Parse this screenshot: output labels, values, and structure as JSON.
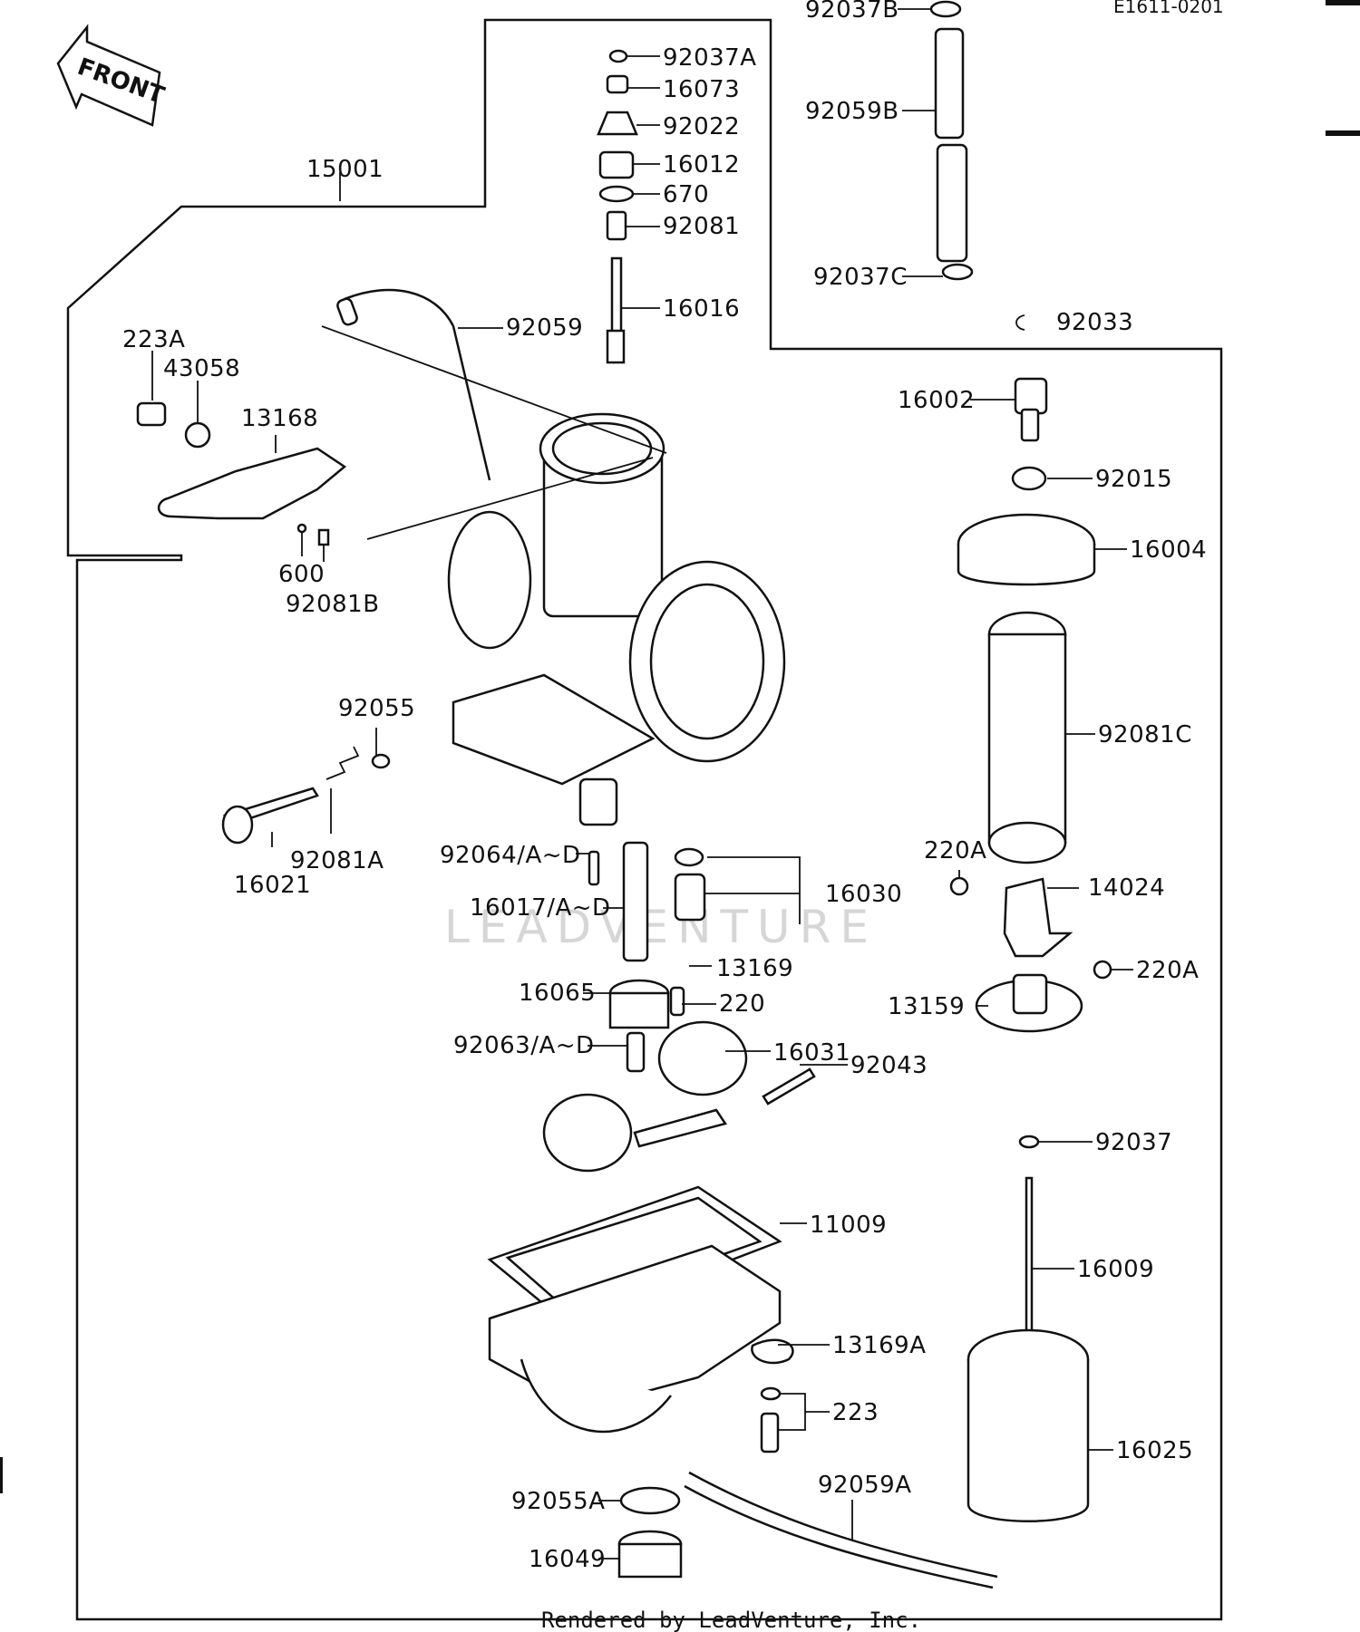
{
  "header": {
    "diagram_code": "E1611-0201",
    "front_label": "FRONT"
  },
  "watermark": "LEADVENTURE",
  "footer": "Rendered by LeadVenture, Inc.",
  "parts": [
    {
      "id": "15001"
    },
    {
      "id": "92037A"
    },
    {
      "id": "16073"
    },
    {
      "id": "92022"
    },
    {
      "id": "16012"
    },
    {
      "id": "670"
    },
    {
      "id": "92081"
    },
    {
      "id": "16016"
    },
    {
      "id": "92059"
    },
    {
      "id": "223A"
    },
    {
      "id": "43058"
    },
    {
      "id": "13168"
    },
    {
      "id": "600"
    },
    {
      "id": "92081B"
    },
    {
      "id": "92055"
    },
    {
      "id": "92081A"
    },
    {
      "id": "16021"
    },
    {
      "id": "92064/A~D"
    },
    {
      "id": "16017/A~D"
    },
    {
      "id": "16030"
    },
    {
      "id": "13169"
    },
    {
      "id": "16065"
    },
    {
      "id": "220"
    },
    {
      "id": "92063/A~D"
    },
    {
      "id": "16031"
    },
    {
      "id": "92043"
    },
    {
      "id": "11009"
    },
    {
      "id": "13169A"
    },
    {
      "id": "223"
    },
    {
      "id": "92059A"
    },
    {
      "id": "92055A"
    },
    {
      "id": "16049"
    },
    {
      "id": "92037B"
    },
    {
      "id": "92059B"
    },
    {
      "id": "92037C"
    },
    {
      "id": "92033"
    },
    {
      "id": "16002"
    },
    {
      "id": "92015"
    },
    {
      "id": "16004"
    },
    {
      "id": "92081C"
    },
    {
      "id": "220A"
    },
    {
      "id": "14024"
    },
    {
      "id": "220A"
    },
    {
      "id": "13159"
    },
    {
      "id": "92037"
    },
    {
      "id": "16009"
    },
    {
      "id": "16025"
    }
  ]
}
